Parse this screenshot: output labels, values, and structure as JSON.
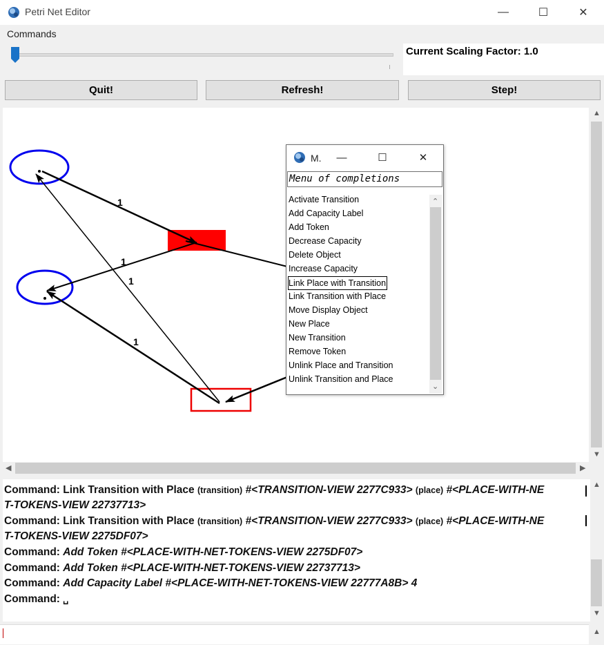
{
  "window": {
    "title": "Petri Net Editor",
    "minimize_glyph": "—",
    "maximize_glyph": "☐",
    "close_glyph": "✕"
  },
  "menu": {
    "commands_label": "Commands"
  },
  "scaling": {
    "label": "Current Scaling Factor: 1.0",
    "slider_fraction": 0.0
  },
  "buttons": {
    "quit": "Quit!",
    "refresh": "Refresh!",
    "step": "Step!"
  },
  "petri_net": {
    "arc_weights": [
      "1",
      "1",
      "1",
      "1"
    ],
    "colors": {
      "place": "#0000ee",
      "transition_fired": "#ff0000",
      "transition_outline": "#ee0000",
      "arc": "#000000"
    }
  },
  "popup": {
    "title": "M.",
    "heading": "Menu of completions",
    "items": [
      "Activate Transition",
      "Add Capacity Label",
      "Add Token",
      "Decrease Capacity",
      "Delete Object",
      "Increase Capacity",
      "Link Place with Transition",
      "Link Transition with Place",
      "Move Display Object",
      "New Place",
      "New Transition",
      "Remove Token",
      "Unlink Place and Transition",
      "Unlink Transition and Place"
    ],
    "selected_item": "Link Place with Transition"
  },
  "log": {
    "lines": [
      {
        "cmd": "Command:",
        "name": "Link Transition with Place",
        "p1": "(transition)",
        "v1": "#<TRANSITION-VIEW 2277C933>",
        "p2": "(place)",
        "v2": "#<PLACE-WITH-NE"
      },
      {
        "cont": "T-TOKENS-VIEW 22737713>"
      },
      {
        "cmd": "Command:",
        "name": "Link Transition with Place",
        "p1": "(transition)",
        "v1": "#<TRANSITION-VIEW 2277C933>",
        "p2": "(place)",
        "v2": "#<PLACE-WITH-NE"
      },
      {
        "cont": "T-TOKENS-VIEW 2275DF07>"
      },
      {
        "cmd": "Command:",
        "name": "Add Token",
        "arg": "#<PLACE-WITH-NET-TOKENS-VIEW 2275DF07>"
      },
      {
        "cmd": "Command:",
        "name": "Add Token",
        "arg": "#<PLACE-WITH-NET-TOKENS-VIEW 22737713>"
      },
      {
        "cmd": "Command:",
        "name": "Add Capacity Label",
        "arg": "#<PLACE-WITH-NET-TOKENS-VIEW 22777A8B> 4"
      },
      {
        "cmd": "Command:",
        "name": "",
        "arg": "␣"
      }
    ]
  }
}
